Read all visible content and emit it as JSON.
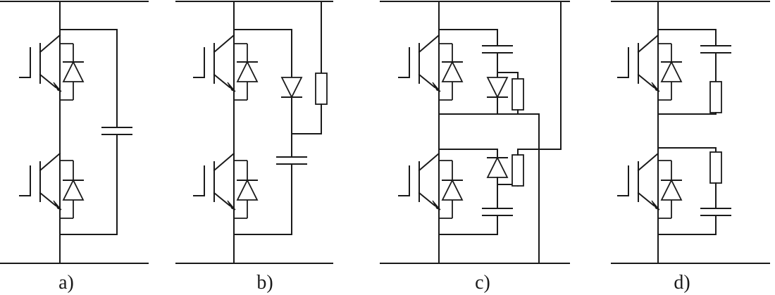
{
  "panels": [
    {
      "id": "a",
      "label": "a)"
    },
    {
      "id": "b",
      "label": "b)"
    },
    {
      "id": "c",
      "label": "c)"
    },
    {
      "id": "d",
      "label": "d)"
    }
  ],
  "colors": {
    "line": "#1a1a1a",
    "background": "#ffffff"
  }
}
